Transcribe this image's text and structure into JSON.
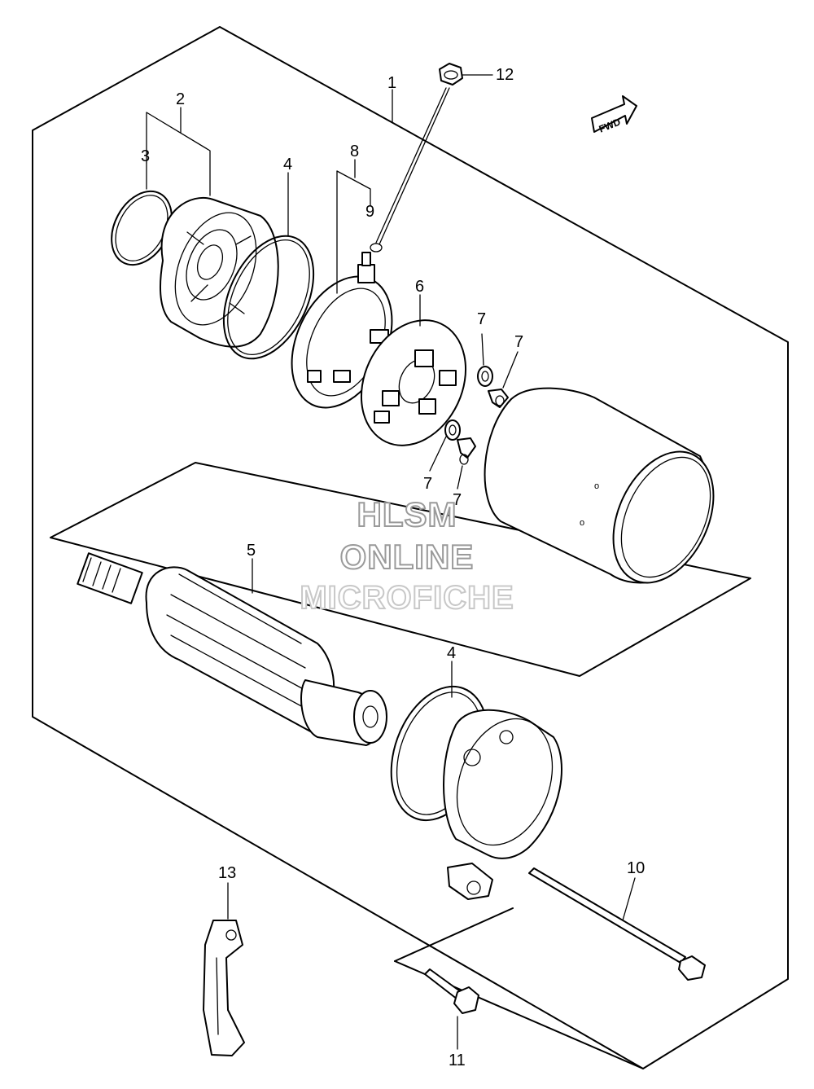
{
  "callouts": [
    {
      "id": "c1",
      "text": "1"
    },
    {
      "id": "c2",
      "text": "2"
    },
    {
      "id": "c3",
      "text": "3"
    },
    {
      "id": "c4a",
      "text": "4"
    },
    {
      "id": "c4b",
      "text": "4"
    },
    {
      "id": "c5",
      "text": "5"
    },
    {
      "id": "c6",
      "text": "6"
    },
    {
      "id": "c7a",
      "text": "7"
    },
    {
      "id": "c7b",
      "text": "7"
    },
    {
      "id": "c7c",
      "text": "7"
    },
    {
      "id": "c7d",
      "text": "7"
    },
    {
      "id": "c8",
      "text": "8"
    },
    {
      "id": "c9",
      "text": "9"
    },
    {
      "id": "c10",
      "text": "10"
    },
    {
      "id": "c11",
      "text": "11"
    },
    {
      "id": "c12",
      "text": "12"
    },
    {
      "id": "c13",
      "text": "13"
    }
  ],
  "direction_badge": "FWD",
  "watermark": {
    "line1": "HLSM",
    "line2": "ONLINE",
    "line3": "MICROFICHE"
  }
}
